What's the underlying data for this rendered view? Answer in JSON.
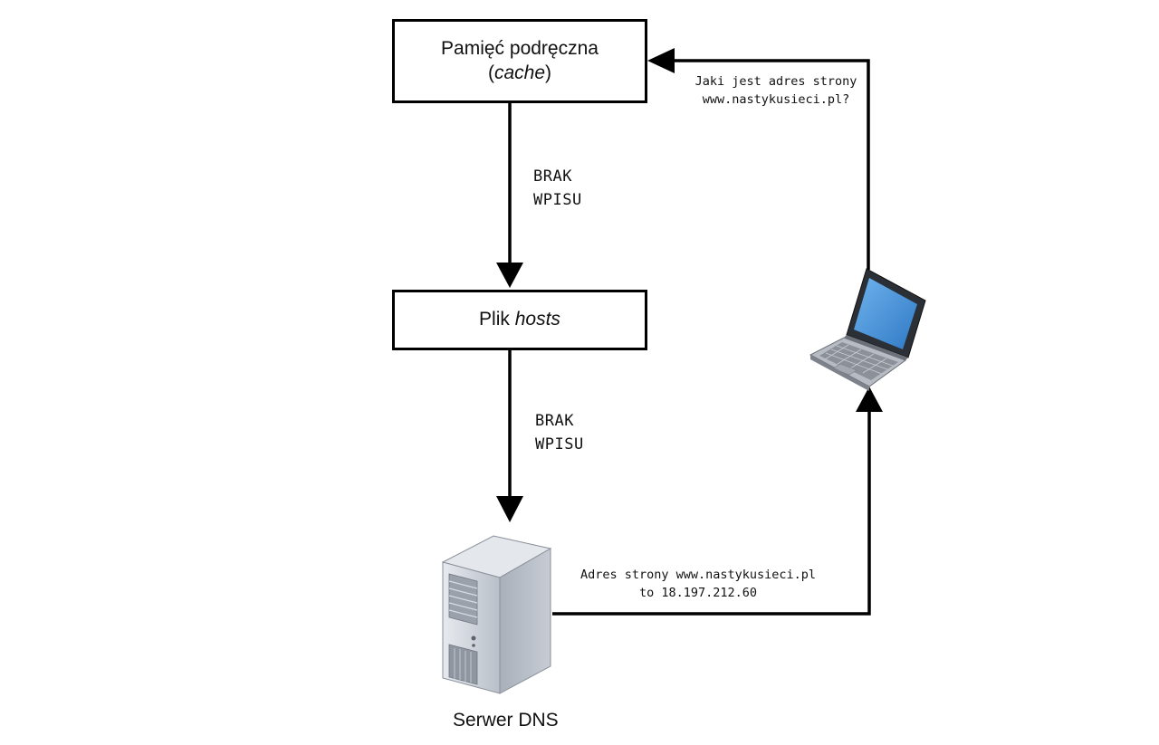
{
  "nodes": {
    "cache": {
      "line1": "Pamięć podręczna",
      "open": "(",
      "italic": "cache",
      "close": ")"
    },
    "hosts": {
      "prefix": "Plik ",
      "italic": "hosts"
    },
    "dns_server": {
      "label": "Serwer DNS",
      "icon": "server-tower-icon"
    },
    "client": {
      "icon": "laptop-icon"
    }
  },
  "edges": {
    "cache_to_hosts": {
      "line1": "BRAK",
      "line2": "WPISU"
    },
    "hosts_to_dns": {
      "line1": "BRAK",
      "line2": "WPISU"
    },
    "client_to_cache": {
      "line1": "Jaki jest adres strony",
      "line2": "www.nastykusieci.pl?"
    },
    "dns_to_client": {
      "line1": "Adres strony www.nastykusieci.pl",
      "line2": "to 18.197.212.60"
    }
  },
  "colors": {
    "line": "#000000",
    "laptop_screen": "#3f8fd6",
    "server_body": "#c9ced6"
  }
}
